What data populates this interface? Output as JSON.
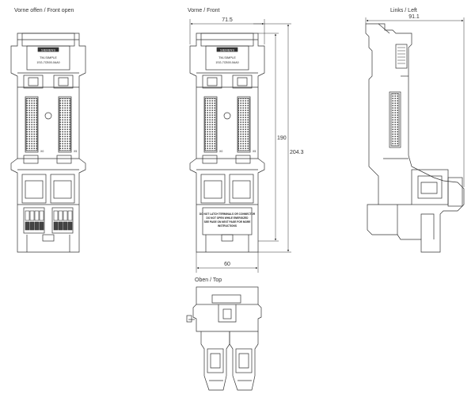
{
  "views": {
    "front_open": {
      "label": "Vorne offen / Front open",
      "brand": "SIEMENS",
      "module_name": "TM-SIMPLE",
      "order_no": "1SG-7CB00-0AA0",
      "slot_left": "X0",
      "slot_right": "X5"
    },
    "front": {
      "label": "Vorne / Front",
      "brand": "SIEMENS",
      "module_name": "TM-SIMPLE",
      "order_no": "1SG-7CB00-0AA0",
      "slot_left": "X0",
      "slot_right": "X5",
      "warning_text": [
        "DO NOT LATCH TERMINALS OR CONNECTOR",
        "DO NOT OPEN WHILE ENERGIZED",
        "SEE PAGE ON NEXT PAGE FOR MORE",
        "INSTRUCTIONS"
      ]
    },
    "left": {
      "label": "Links / Left"
    },
    "top": {
      "label": "Oben / Top"
    }
  },
  "dimensions": {
    "front_width": "71.5",
    "front_height": "190",
    "front_total_height": "204.3",
    "front_bottom_width": "60",
    "left_depth": "91.1"
  }
}
